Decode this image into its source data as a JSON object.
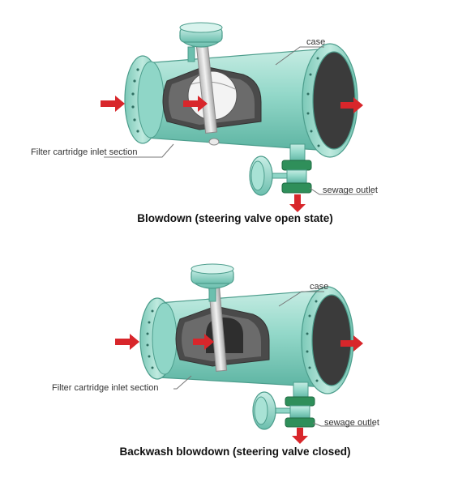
{
  "colors": {
    "body": "#8fd6c7",
    "body_dark": "#5fb8a6",
    "body_light": "#c9eee6",
    "interior": "#4a4a4a",
    "arrow": "#d8262b",
    "leader": "#777777"
  },
  "diagrams": [
    {
      "state": "open",
      "labels": {
        "case": "case",
        "inlet": "Filter cartridge inlet section",
        "outlet": "sewage outlet"
      },
      "caption": "Blowdown (steering valve open state)"
    },
    {
      "state": "closed",
      "labels": {
        "case": "case",
        "inlet": "Filter cartridge inlet section",
        "outlet": "sewage outlet"
      },
      "caption": "Backwash blowdown (steering valve closed)"
    }
  ]
}
